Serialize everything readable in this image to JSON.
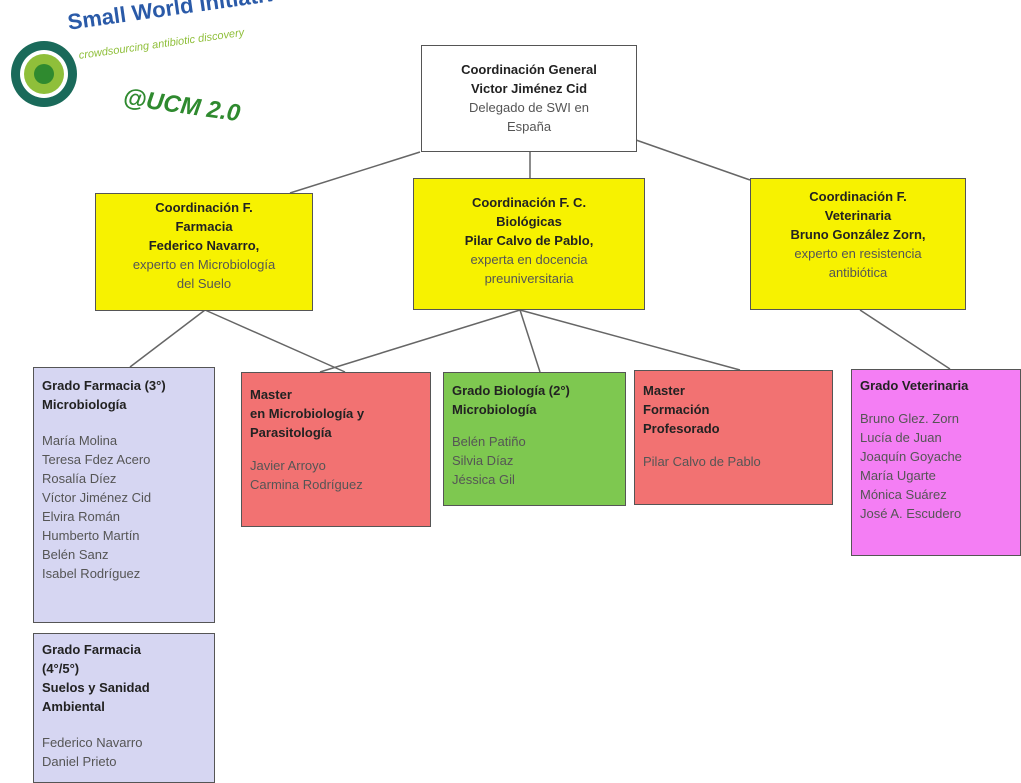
{
  "logo": {
    "title": "Small World Initiative",
    "subtitle": "crowdsourcing antibiotic discovery",
    "ucm": "@UCM 2.0"
  },
  "top": {
    "role": "Coordinación General",
    "name": "Victor Jiménez Cid",
    "desc1": "Delegado de SWI en",
    "desc2": "España"
  },
  "coord_farmacia": {
    "l1": "Coordinación F.",
    "l2": "Farmacia",
    "name": "Federico Navarro",
    "desc1": "experto en Microbiología",
    "desc2": "del Suelo"
  },
  "coord_biologicas": {
    "l1": "Coordinación F. C.",
    "l2": "Biológicas",
    "name": "Pilar Calvo de Pablo",
    "desc1": "experta en docencia",
    "desc2": "preuniversitaria"
  },
  "coord_veterinaria": {
    "l1": "Coordinación F.",
    "l2": "Veterinaria",
    "name": "Bruno González Zorn",
    "desc1": "experto en resistencia",
    "desc2": "antibiótica"
  },
  "grado_farmacia3": {
    "t1": "Grado Farmacia (3°)",
    "t2": "Microbiología",
    "members": [
      "María Molina",
      "Teresa Fdez Acero",
      "Rosalía Díez",
      "Víctor Jiménez Cid",
      "Elvira Román",
      "Humberto Martín",
      "Belén Sanz",
      "Isabel Rodríguez"
    ]
  },
  "grado_farmacia45": {
    "t1": "Grado Farmacia",
    "t2": "(4°/5°)",
    "t3": "Suelos y Sanidad",
    "t4": "Ambiental",
    "members": [
      "Federico Navarro",
      "Daniel Prieto"
    ]
  },
  "master_micro": {
    "t1": "Master",
    "t2": "en Microbiología y",
    "t3": "Parasitología",
    "members": [
      "Javier Arroyo",
      "Carmina Rodríguez"
    ]
  },
  "grado_biologia": {
    "t1": "Grado Biología (2°)",
    "t2": "Microbiología",
    "members": [
      "Belén Patiño",
      "Silvia Díaz",
      "Jéssica Gil"
    ]
  },
  "master_formacion": {
    "t1": "Master",
    "t2": "Formación",
    "t3": "Profesorado",
    "members": [
      "Pilar Calvo de Pablo"
    ]
  },
  "grado_veterinaria": {
    "t1": "Grado Veterinaria",
    "members": [
      "Bruno Glez. Zorn",
      "Lucía de Juan",
      "Joaquín Goyache",
      "María Ugarte",
      "Mónica Suárez",
      "José A. Escudero"
    ]
  }
}
